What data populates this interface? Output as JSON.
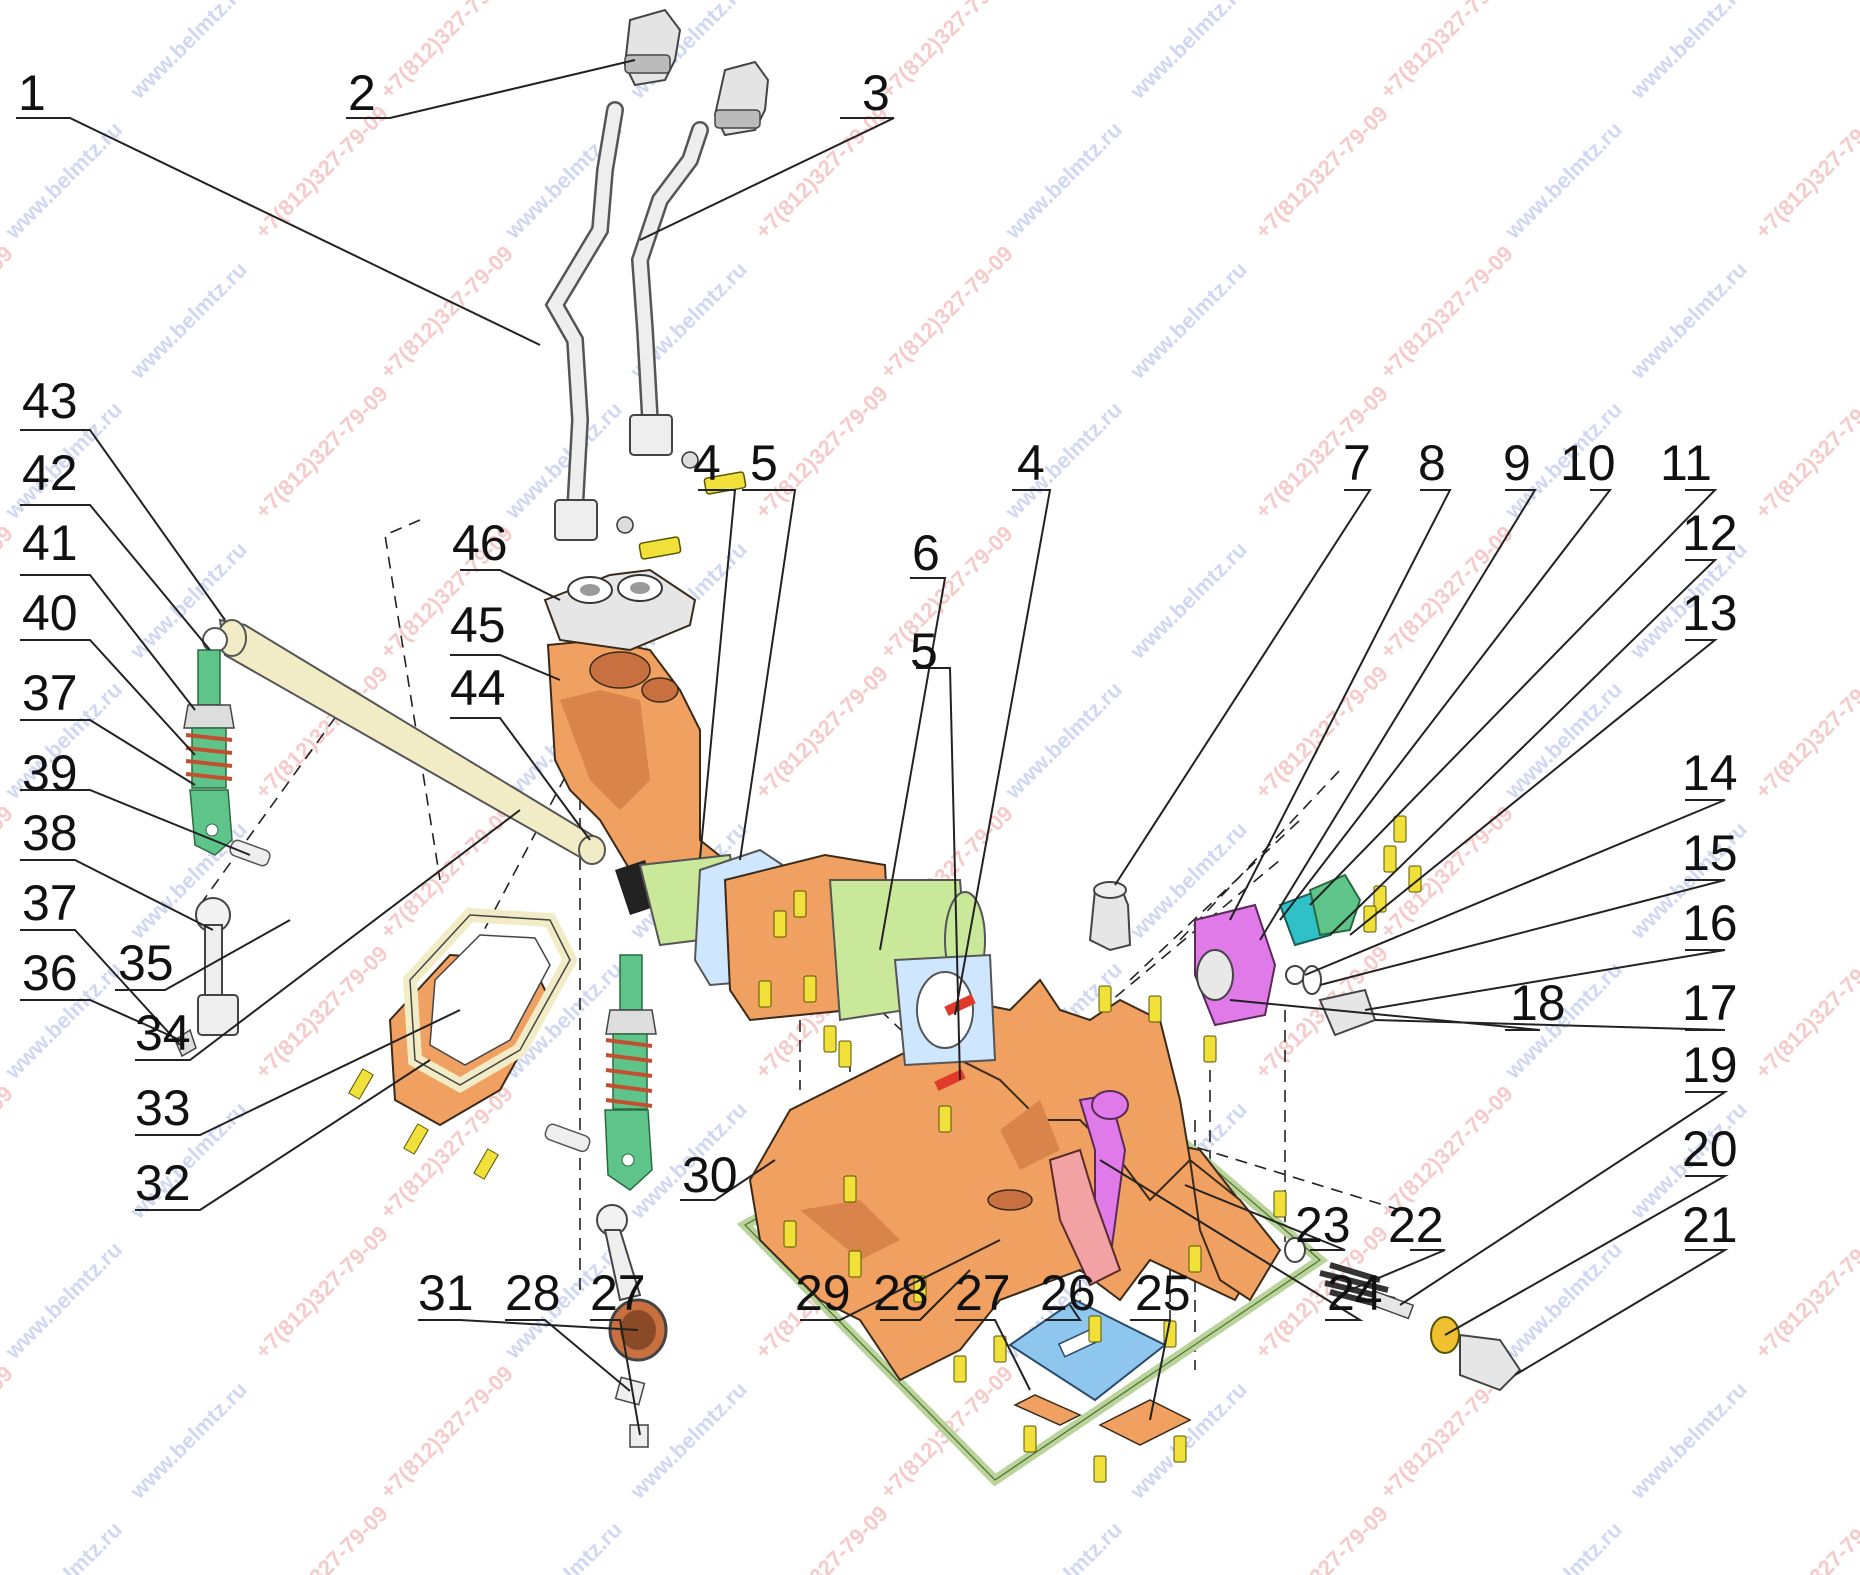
{
  "watermarks": {
    "site": "www.belmtz.ru",
    "phone": "+7(812)327-79-09"
  },
  "colors": {
    "housing": "#f0a060",
    "gasket": "#b8d49a",
    "green_part": "#5ec48a",
    "lever_tube": "#f2ecc6",
    "magenta": "#e07ae8",
    "blue_plate": "#8fc6ee",
    "cyan": "#30c0c8",
    "pale_green": "#c9e89a",
    "yellow": "#f2e03a",
    "red": "#e03a2a",
    "watermark_red": "#f2a0a0",
    "watermark_blue": "#a8b8e8"
  },
  "callouts": [
    "1",
    "2",
    "3",
    "4",
    "5",
    "4",
    "5",
    "6",
    "7",
    "8",
    "9",
    "10",
    "11",
    "12",
    "13",
    "14",
    "15",
    "16",
    "17",
    "18",
    "19",
    "20",
    "21",
    "22",
    "23",
    "24",
    "25",
    "26",
    "27",
    "28",
    "29",
    "30",
    "31",
    "28",
    "27",
    "32",
    "33",
    "34",
    "35",
    "36",
    "37",
    "38",
    "39",
    "37",
    "40",
    "41",
    "42",
    "43",
    "44",
    "45",
    "46"
  ]
}
